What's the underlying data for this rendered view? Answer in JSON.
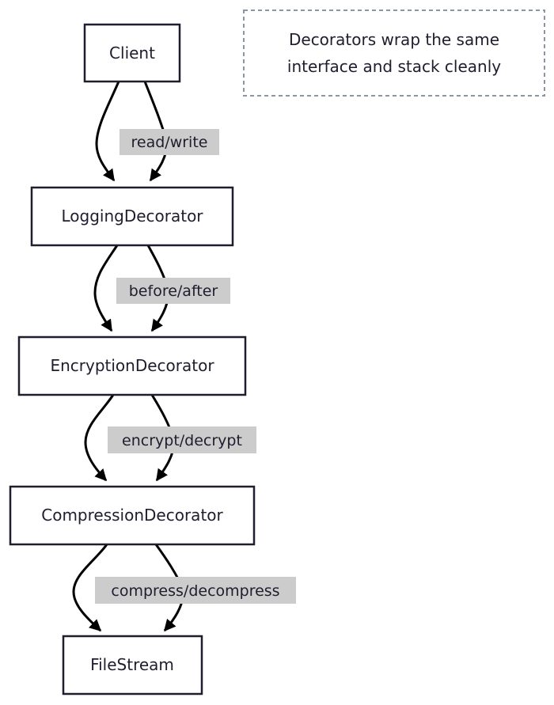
{
  "note": {
    "line1": "Decorators wrap the same",
    "line2": "interface and stack cleanly"
  },
  "nodes": {
    "client": "Client",
    "logging": "LoggingDecorator",
    "encryption": "EncryptionDecorator",
    "compression": "CompressionDecorator",
    "filestream": "FileStream"
  },
  "edges": {
    "client_logging": "read/write",
    "logging_encryption": "before/after",
    "encryption_compression": "encrypt/decrypt",
    "compression_filestream": "compress/decompress"
  },
  "colors": {
    "node_border": "#1f1d2e",
    "edge": "#000000",
    "label_background": "#cccccc",
    "note_border": "#8a96a8"
  }
}
